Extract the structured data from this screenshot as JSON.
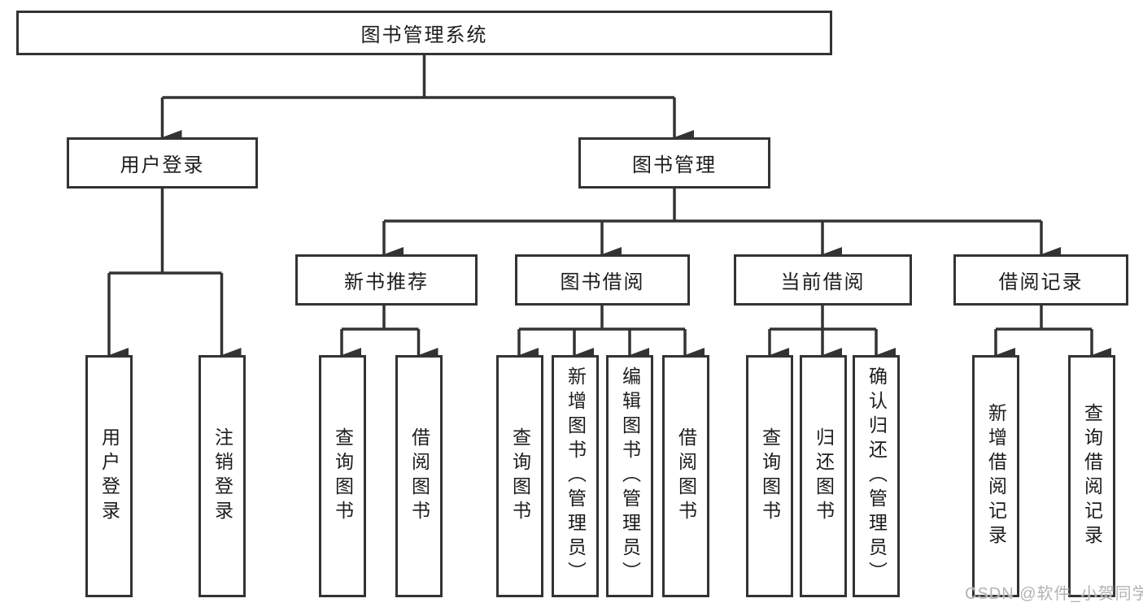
{
  "diagram": {
    "type": "hierarchy-tree",
    "colors": {
      "line": "#333333",
      "box_border": "#333333",
      "text": "#1c1c1c",
      "background": "#ffffff",
      "watermark": "#b3b3b3"
    }
  },
  "tree": {
    "label": "图书管理系统",
    "children": [
      {
        "label": "用户登录",
        "children": [
          {
            "label": "用户登录"
          },
          {
            "label": "注销登录"
          }
        ]
      },
      {
        "label": "图书管理",
        "children": [
          {
            "label": "新书推荐",
            "children": [
              {
                "label": "查询图书"
              },
              {
                "label": "借阅图书"
              }
            ]
          },
          {
            "label": "图书借阅",
            "children": [
              {
                "label": "查询图书"
              },
              {
                "label": "新增图书（管理员）"
              },
              {
                "label": "编辑图书（管理员）"
              },
              {
                "label": "借阅图书"
              }
            ]
          },
          {
            "label": "当前借阅",
            "children": [
              {
                "label": "查询图书"
              },
              {
                "label": "归还图书"
              },
              {
                "label": "确认归还（管理员）"
              }
            ]
          },
          {
            "label": "借阅记录",
            "children": [
              {
                "label": "新增借阅记录"
              },
              {
                "label": "查询借阅记录"
              }
            ]
          }
        ]
      }
    ]
  },
  "watermark": {
    "text": "CSDN @软件_小贺同学"
  }
}
